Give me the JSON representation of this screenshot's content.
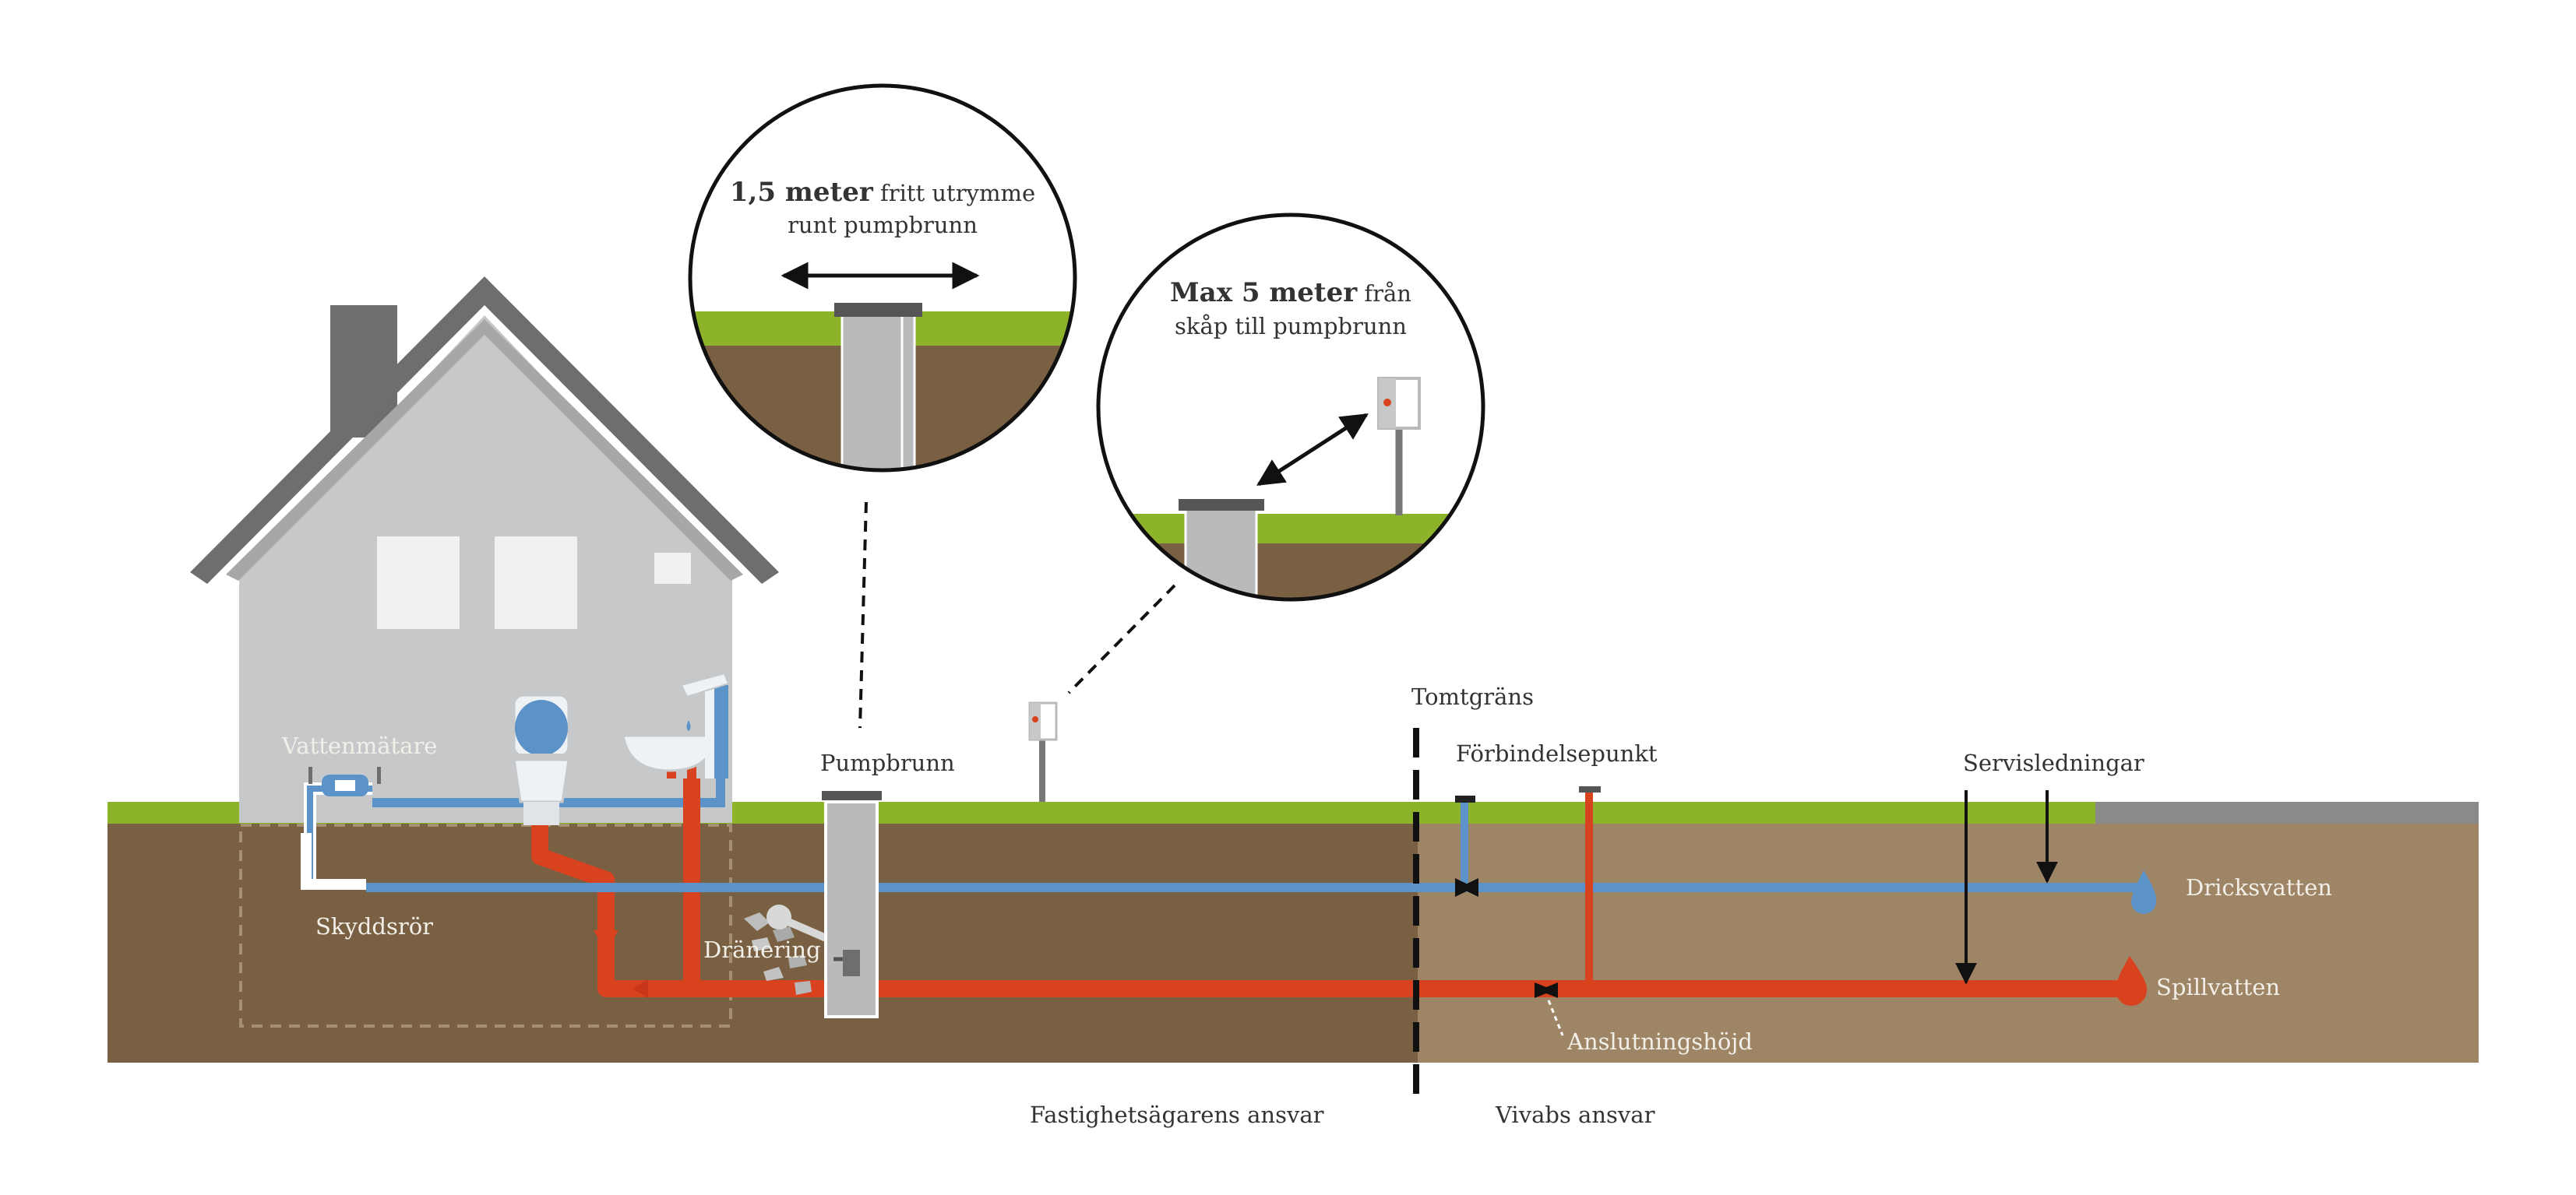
{
  "labels": {
    "vattenmatare": "Vattenmätare",
    "skyddsror": "Skyddsrör",
    "dranering": "Dränering",
    "pumpbrunn": "Pumpbrunn",
    "tomtgrans": "Tomtgräns",
    "forbindelsepunkt": "Förbindelsepunkt",
    "servisledningar": "Servisledningar",
    "dricksvatten": "Dricksvatten",
    "spillvatten": "Spillvatten",
    "anslutningshojd": "Anslutningshöjd",
    "fastighetsagarens_ansvar": "Fastighetsägarens ansvar",
    "vivabs_ansvar": "Vivabs ansvar"
  },
  "callout_pump_space": {
    "bold": "1,5 meter",
    "rest_line1": " fritt utrymme",
    "line2": "runt pumpbrunn"
  },
  "callout_cabinet_distance": {
    "bold": "Max 5 meter",
    "rest_line1": " från",
    "line2": "skåp till pumpbrunn"
  },
  "colors": {
    "grass": "#8db32a",
    "soil_owner": "#7a6042",
    "soil_vivab": "#9e8566",
    "road": "#8a8a8a",
    "drinking_water_pipe": "#5b93c9",
    "waste_water_pipe": "#d9421f",
    "house_wall": "#c7c8ca",
    "roof": "#6d6e70",
    "pump_well": "#b9babc"
  }
}
